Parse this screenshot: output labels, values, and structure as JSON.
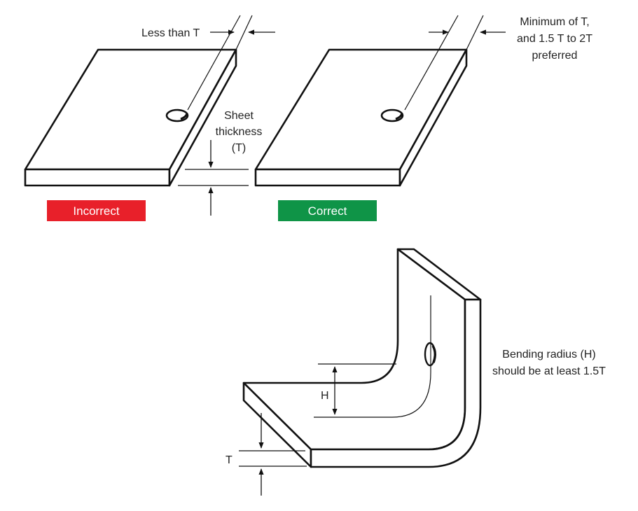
{
  "labels": {
    "less_than_t": "Less than T",
    "minimum_line1": "Minimum of T,",
    "minimum_line2": "and 1.5 T to 2T",
    "minimum_line3": "preferred",
    "sheet_line1": "Sheet",
    "sheet_line2": "thickness",
    "sheet_line3": "(T)",
    "incorrect": "Incorrect",
    "correct": "Correct",
    "bending_line1": "Bending radius (H)",
    "bending_line2": "should be at least 1.5T",
    "h_marker": "H",
    "t_marker": "T"
  },
  "colors": {
    "incorrect": "#e8202a",
    "correct": "#0f9447",
    "ink": "#111111"
  }
}
